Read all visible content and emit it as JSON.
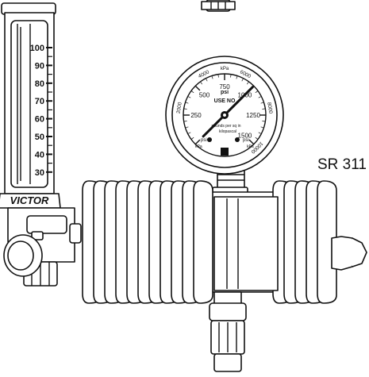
{
  "model": "SR 311",
  "brand": "VICTOR",
  "flowmeter": {
    "scale": [
      "100",
      "90",
      "80",
      "70",
      "60",
      "50",
      "40",
      "30"
    ]
  },
  "gauge": {
    "use_no": "USE NO",
    "inner_unit": "psi",
    "inner_ticks": [
      "250",
      "500",
      "750",
      "1000",
      "1250",
      "1500"
    ],
    "outer_unit": "kPa",
    "outer_ticks": [
      "2000",
      "4000",
      "6000",
      "8000",
      "10000"
    ],
    "caption_line1": "pounds per sq in",
    "caption_line2": "kilopascal",
    "corner_left_psi": "psi",
    "corner_left_kpa": "kPa",
    "corner_right_psi": "psi",
    "corner_right_kpa": "kPa",
    "needle_psi": 1000
  },
  "colors": {
    "ink": "#111111",
    "paper": "#ffffff"
  }
}
